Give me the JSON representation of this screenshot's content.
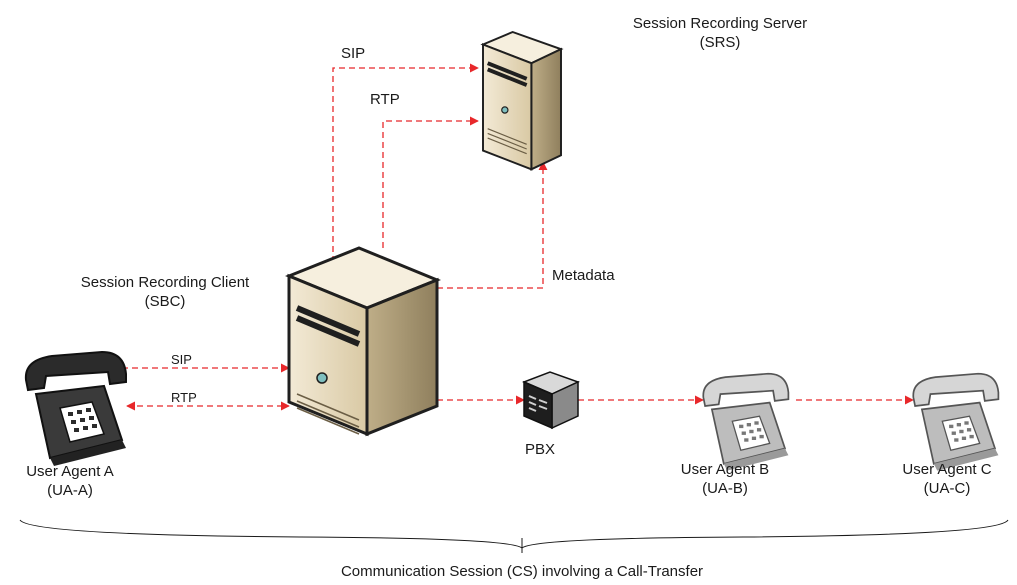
{
  "srs": {
    "name": "Session Recording Server",
    "abbr": "(SRS)"
  },
  "src": {
    "name": "Session Recording Client",
    "abbr": "(SBC)"
  },
  "links": {
    "sip_top": "SIP",
    "rtp_top": "RTP",
    "metadata": "Metadata",
    "sip_bottom": "SIP",
    "rtp_bottom": "RTP"
  },
  "pbx": {
    "label": "PBX"
  },
  "ua_a": {
    "name": "User Agent A",
    "abbr": "(UA-A)"
  },
  "ua_b": {
    "name": "User Agent B",
    "abbr": "(UA-B)"
  },
  "ua_c": {
    "name": "User Agent C",
    "abbr": "(UA-C)"
  },
  "session": {
    "label": "Communication Session (CS) involving a Call-Transfer"
  },
  "colors": {
    "link": "#e8282b",
    "server_body": "#e9dcc0",
    "server_dark": "#1f1f1f",
    "phone_dark": "#2b2b2b",
    "phone_light": "#8a8a8a"
  }
}
